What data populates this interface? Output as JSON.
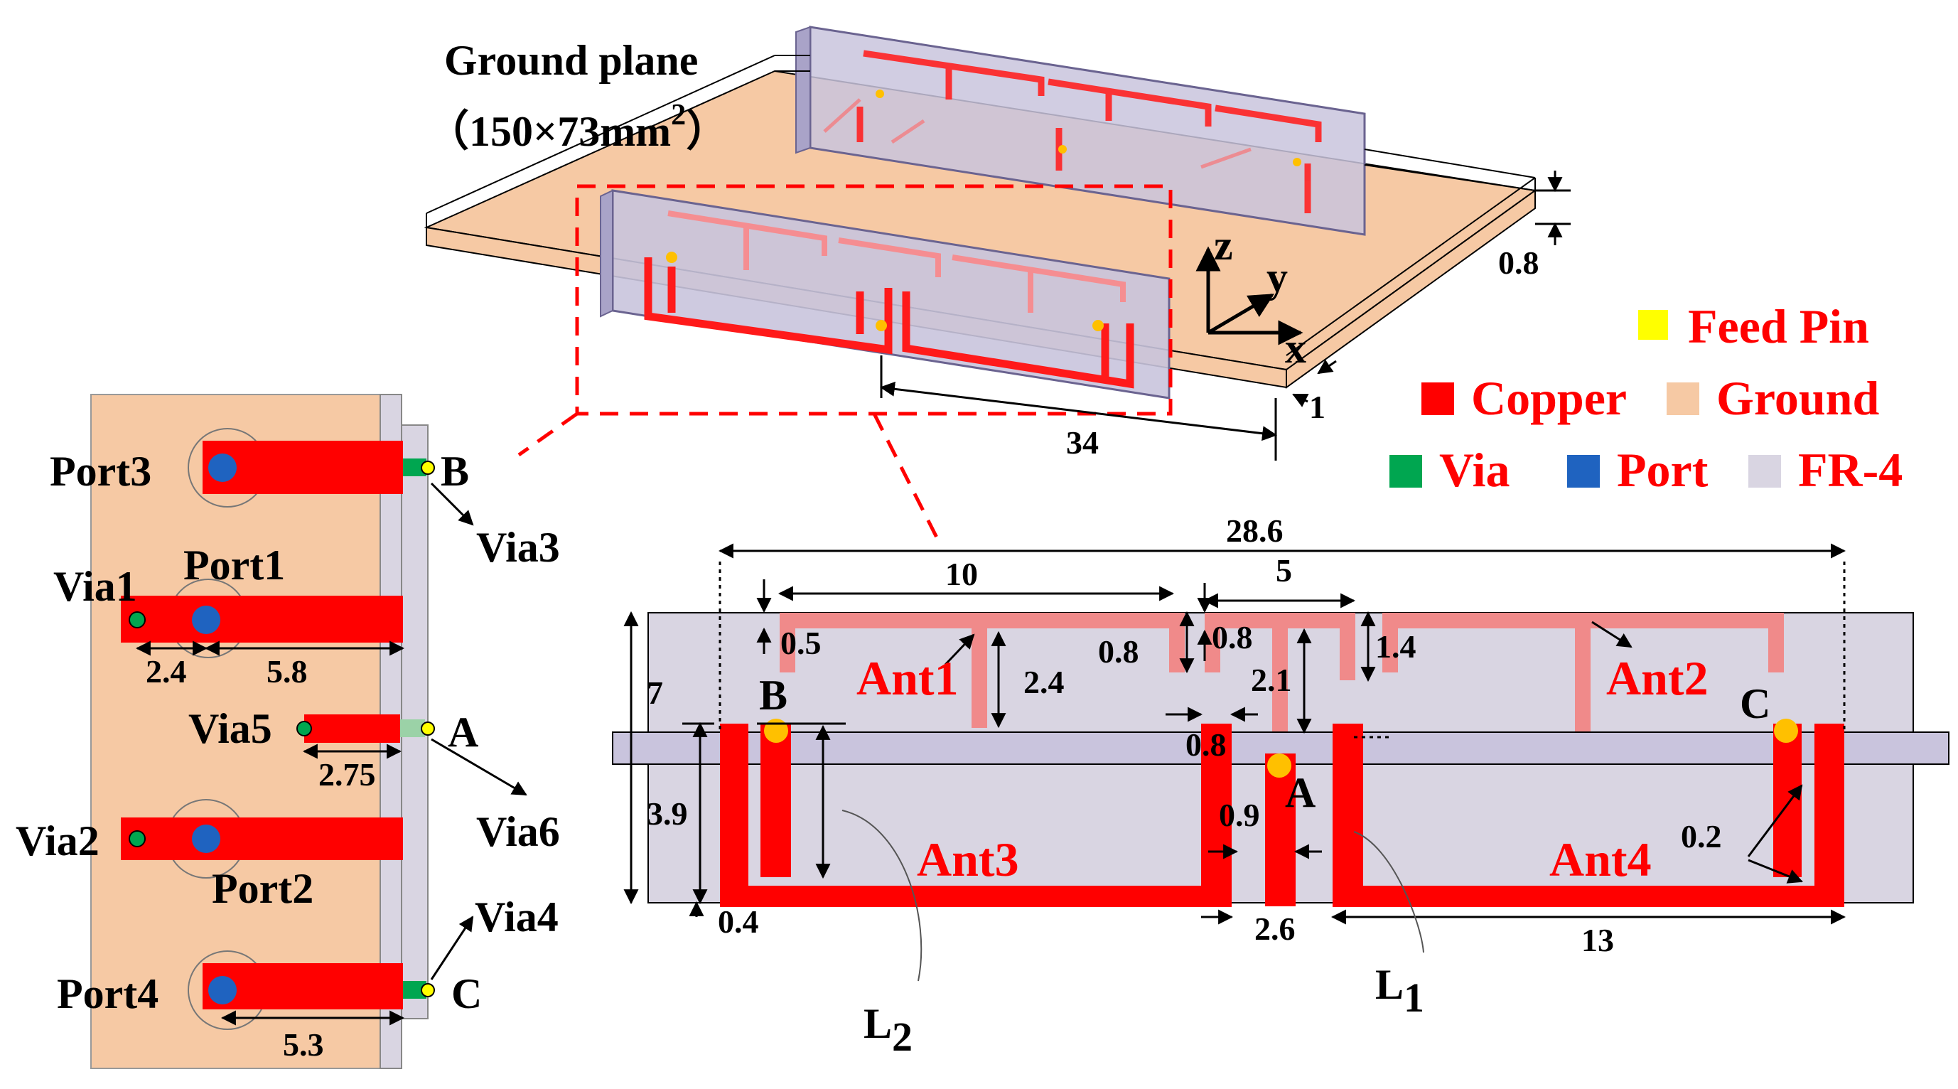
{
  "colors": {
    "copper": "#ff0000",
    "ground": "#f6c9a4",
    "fr4": "#d9d5e2",
    "via": "#00a650",
    "port": "#1f63c0",
    "feed_pin": "#ffff00",
    "feed_dot": "#ffc000",
    "dashed_box": "#ff0000"
  },
  "icons": [
    "feed-pin-swatch",
    "copper-swatch",
    "ground-swatch",
    "via-swatch",
    "port-swatch",
    "fr4-swatch"
  ],
  "legend": {
    "feed_pin": "Feed Pin",
    "copper": "Copper",
    "ground": "Ground",
    "via": "Via",
    "port": "Port",
    "fr4": "FR-4"
  },
  "view3d": {
    "ground_title": "Ground plane",
    "ground_size_prefix": "（150×73mm",
    "ground_size_sup": "2",
    "ground_size_suffix": "）",
    "axis_z": "z",
    "axis_y": "y",
    "axis_x": "x",
    "dim_thickness": "0.8",
    "dim_edge": "1",
    "dim_width": "34"
  },
  "left_view": {
    "port3": "Port3",
    "port1": "Port1",
    "port2": "Port2",
    "port4": "Port4",
    "via1": "Via1",
    "via2": "Via2",
    "via3": "Via3",
    "via4": "Via4",
    "via5": "Via5",
    "via6": "Via6",
    "point_a": "A",
    "point_b": "B",
    "point_c": "C",
    "dim_2_4": "2.4",
    "dim_5_8": "5.8",
    "dim_2_75": "2.75",
    "dim_5_3": "5.3"
  },
  "front_view": {
    "ant1": "Ant1",
    "ant2": "Ant2",
    "ant3": "Ant3",
    "ant4": "Ant4",
    "point_a": "A",
    "point_b": "B",
    "point_c": "C",
    "l1_main": "L",
    "l1_sub": "1",
    "l2_main": "L",
    "l2_sub": "2",
    "dim_28_6": "28.6",
    "dim_10": "10",
    "dim_5": "5",
    "dim_0_5": "0.5",
    "dim_2_4": "2.4",
    "dim_0_8a": "0.8",
    "dim_0_8b": "0.8",
    "dim_1_4": "1.4",
    "dim_2_1": "2.1",
    "dim_0_8c": "0.8",
    "dim_7": "7",
    "dim_3_9": "3.9",
    "dim_0_9": "0.9",
    "dim_0_2": "0.2",
    "dim_0_4": "0.4",
    "dim_2_6": "2.6",
    "dim_13": "13"
  }
}
